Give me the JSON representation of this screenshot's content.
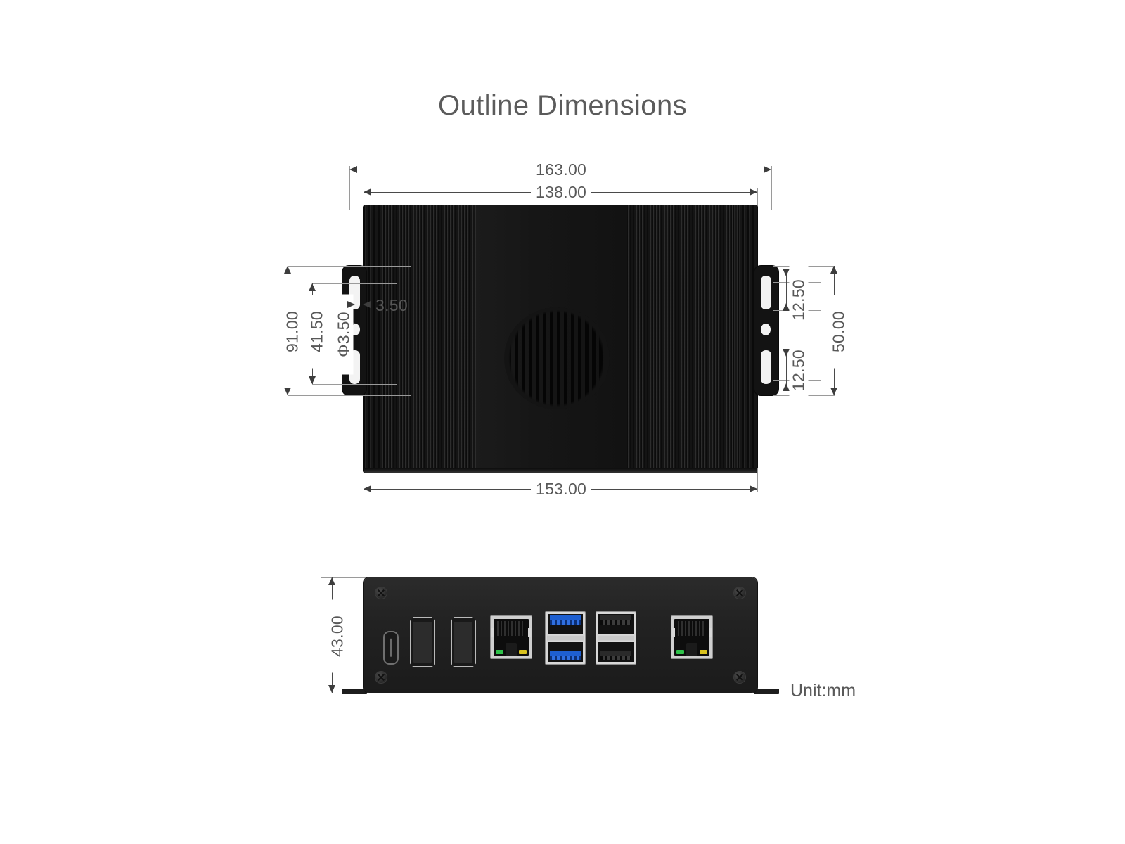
{
  "page": {
    "title": "Outline Dimensions",
    "unit_note": "Unit:mm",
    "background": "#ffffff",
    "text_color": "#585858",
    "line_color": "#4a4a4a"
  },
  "views": {
    "top_view": {
      "name": "top-view",
      "dimensions": {
        "overall_width": "163.00",
        "body_width": "138.00",
        "bottom_width": "153.00",
        "overall_height": "91.00",
        "slot_span": "41.50",
        "hole_diameter": "Φ3.50",
        "bracket_thickness": "3.50",
        "right_offset_top": "12.50",
        "right_span": "50.00",
        "right_offset_bottom": "12.50"
      },
      "features": {
        "left_bracket": "mounting-bracket-left",
        "right_bracket": "mounting-bracket-right",
        "vent": "circular-vent-grille",
        "finish": "finned-heatsink-enclosure"
      }
    },
    "front_view": {
      "name": "front-io-view",
      "dimensions": {
        "height": "43.00"
      },
      "ports": [
        {
          "id": "usb-c-port",
          "label": "USB-C"
        },
        {
          "id": "hdmi-port-1",
          "label": "HDMI"
        },
        {
          "id": "hdmi-port-2",
          "label": "HDMI"
        },
        {
          "id": "ethernet-port-1",
          "label": "RJ45"
        },
        {
          "id": "usb3-port-stack",
          "label": "USB 3.0"
        },
        {
          "id": "usb2-port-stack",
          "label": "USB 2.0"
        },
        {
          "id": "ethernet-port-2",
          "label": "RJ45"
        }
      ],
      "screws": 4
    }
  }
}
